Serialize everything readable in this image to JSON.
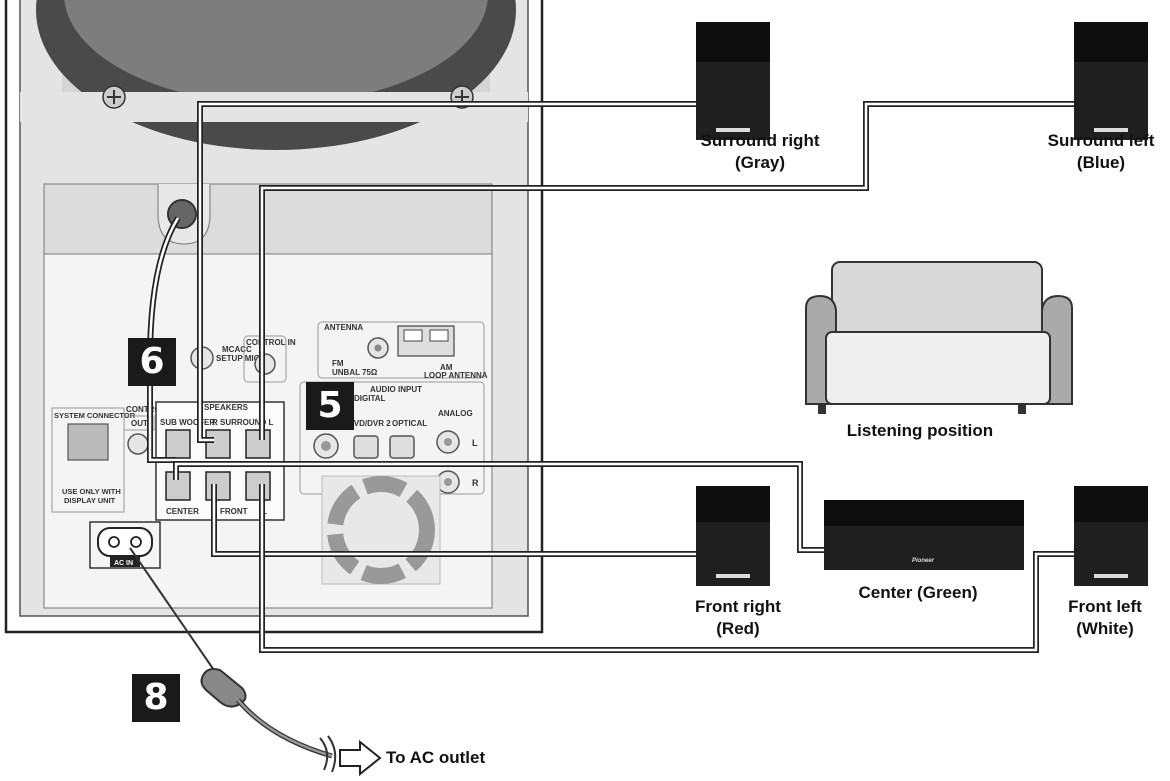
{
  "steps": [
    "6",
    "5",
    "8"
  ],
  "speakers": {
    "surround_right": {
      "name": "Surround right",
      "color": "(Gray)"
    },
    "surround_left": {
      "name": "Surround left",
      "color": "(Blue)"
    },
    "front_right": {
      "name": "Front right",
      "color": "(Red)"
    },
    "center": {
      "name": "Center (Green)"
    },
    "front_left": {
      "name": "Front left",
      "color": "(White)"
    }
  },
  "listening_position": "Listening position",
  "ac_outlet": "To AC outlet",
  "panel": {
    "antenna": "ANTENNA",
    "fm": "FM",
    "unbal": "UNBAL",
    "ohm": "75Ω",
    "am": "AM",
    "loop_antenna": "LOOP ANTENNA",
    "audio_input": "AUDIO    INPUT",
    "digital": "DIGITAL",
    "dvd": "DVD/DVR 2",
    "optical": "OPTICAL",
    "analog": "ANALOG",
    "l": "L",
    "r": "R",
    "speakers": "SPEAKERS",
    "sub_woofer": "SUB WOOFER",
    "surround": "R  SURROUND  L",
    "center": "CENTER",
    "front": "FRONT",
    "front_l": "L",
    "control": "CONTROL",
    "control_in": "CONTROL IN",
    "out": "OUT",
    "mcacc": "MCACC",
    "setup_mic": "SETUP MIC",
    "system_connector": "SYSTEM CONNECTOR",
    "use_only_with": "USE ONLY WITH",
    "display_unit": "DISPLAY UNIT",
    "ac_in": "AC IN"
  },
  "brand": "Pioneer"
}
